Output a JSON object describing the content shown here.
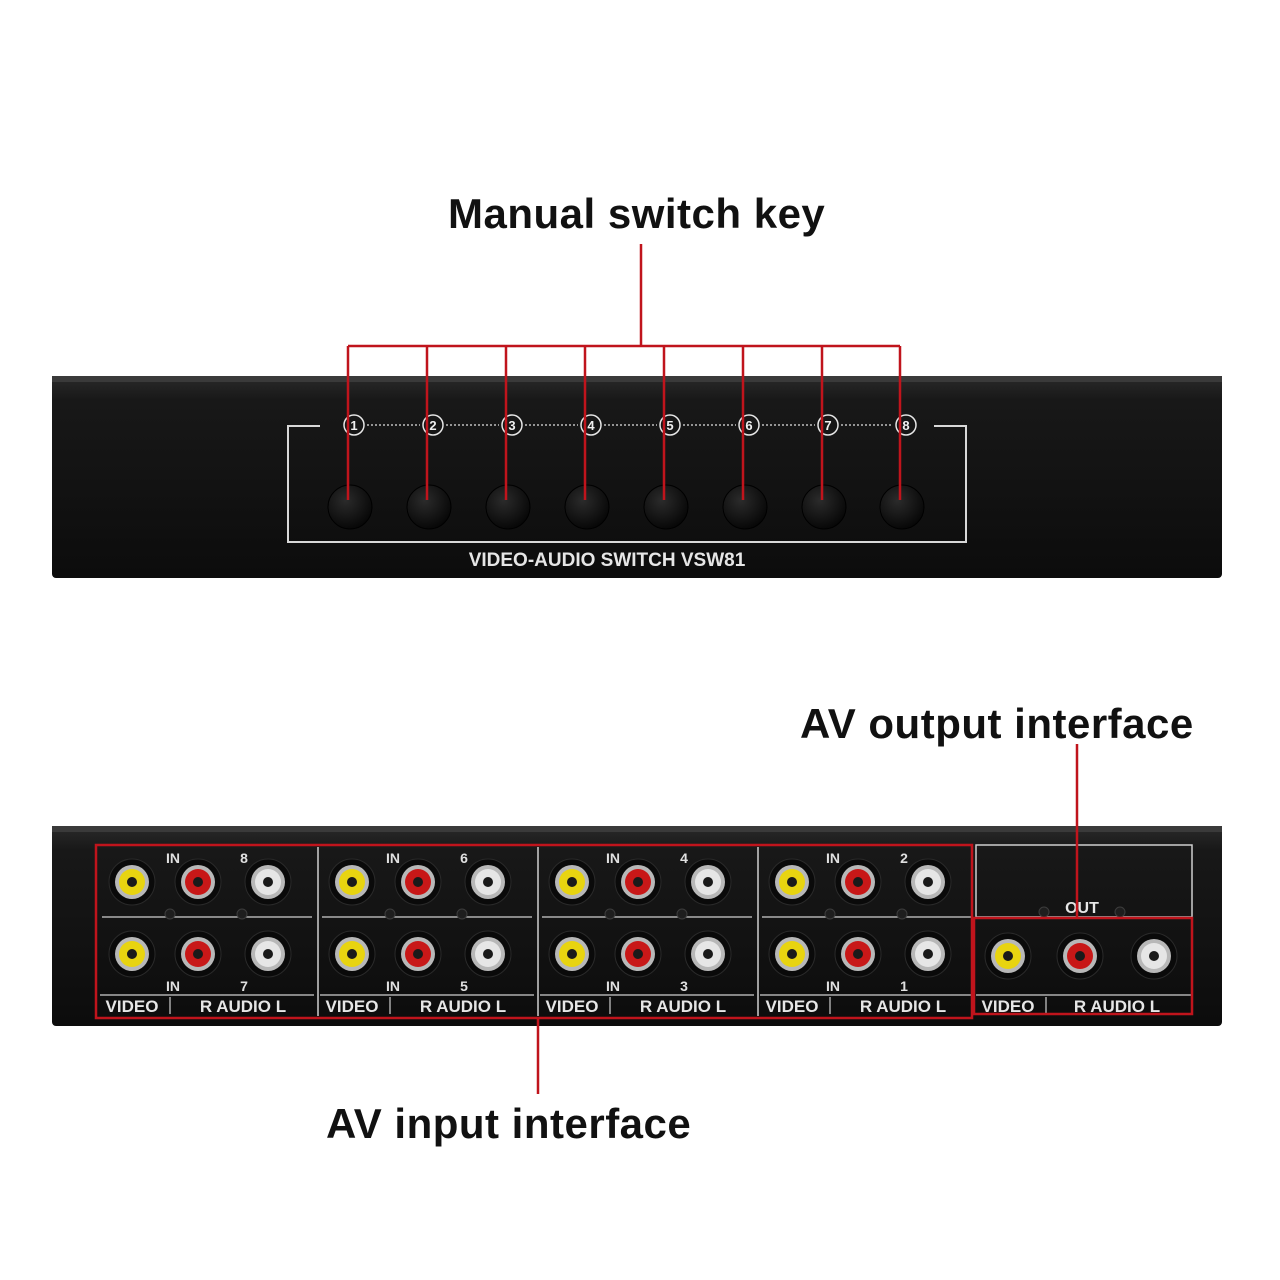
{
  "callouts": {
    "switch_key": "Manual switch key",
    "output": "AV output interface",
    "input": "AV input interface"
  },
  "front_panel": {
    "model_label": "VIDEO-AUDIO SWITCH VSW81",
    "key_numbers": [
      "1",
      "2",
      "3",
      "4",
      "5",
      "6",
      "7",
      "8"
    ]
  },
  "rear_panel": {
    "in_label": "IN",
    "out_label": "OUT",
    "top_channels": [
      "8",
      "6",
      "4",
      "2"
    ],
    "bottom_channels": [
      "7",
      "5",
      "3",
      "1"
    ],
    "video_label": "VIDEO",
    "audio_label": "R AUDIO L"
  },
  "colors": {
    "callout_line": "#c0141c",
    "device": "#141414",
    "video_jack": "#e8d410",
    "audio_r_jack": "#c81818",
    "audio_l_jack": "#e6e6e6"
  }
}
